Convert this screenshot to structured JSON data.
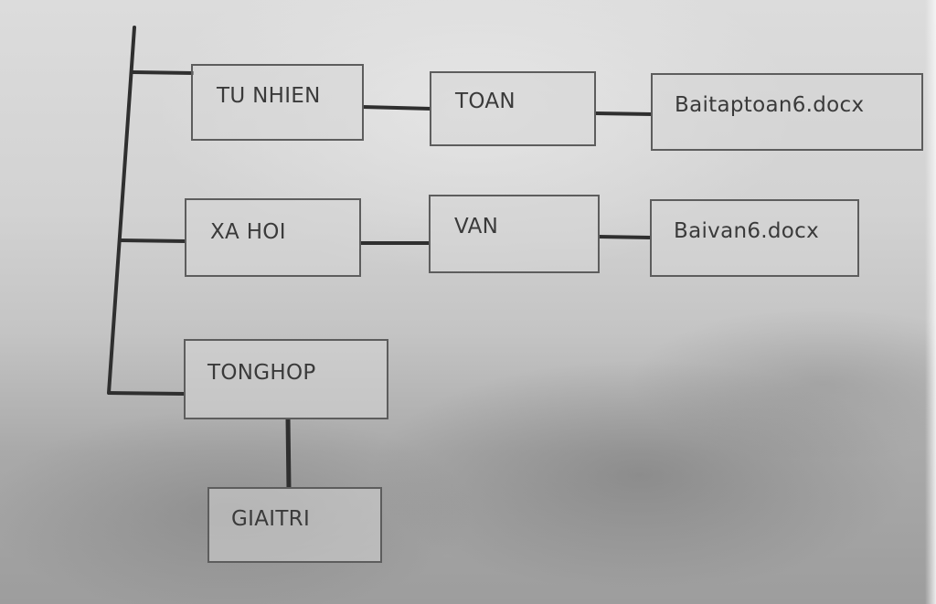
{
  "tree": {
    "nodes": {
      "tu_nhien": "TU NHIEN",
      "toan": "TOAN",
      "baitaptoan6": "Baitaptoan6.docx",
      "xa_hoi": "XA HOI",
      "van": "VAN",
      "baivan6": "Baivan6.docx",
      "tonghop": "TONGHOP",
      "giaitri": "GIAITRI"
    }
  }
}
